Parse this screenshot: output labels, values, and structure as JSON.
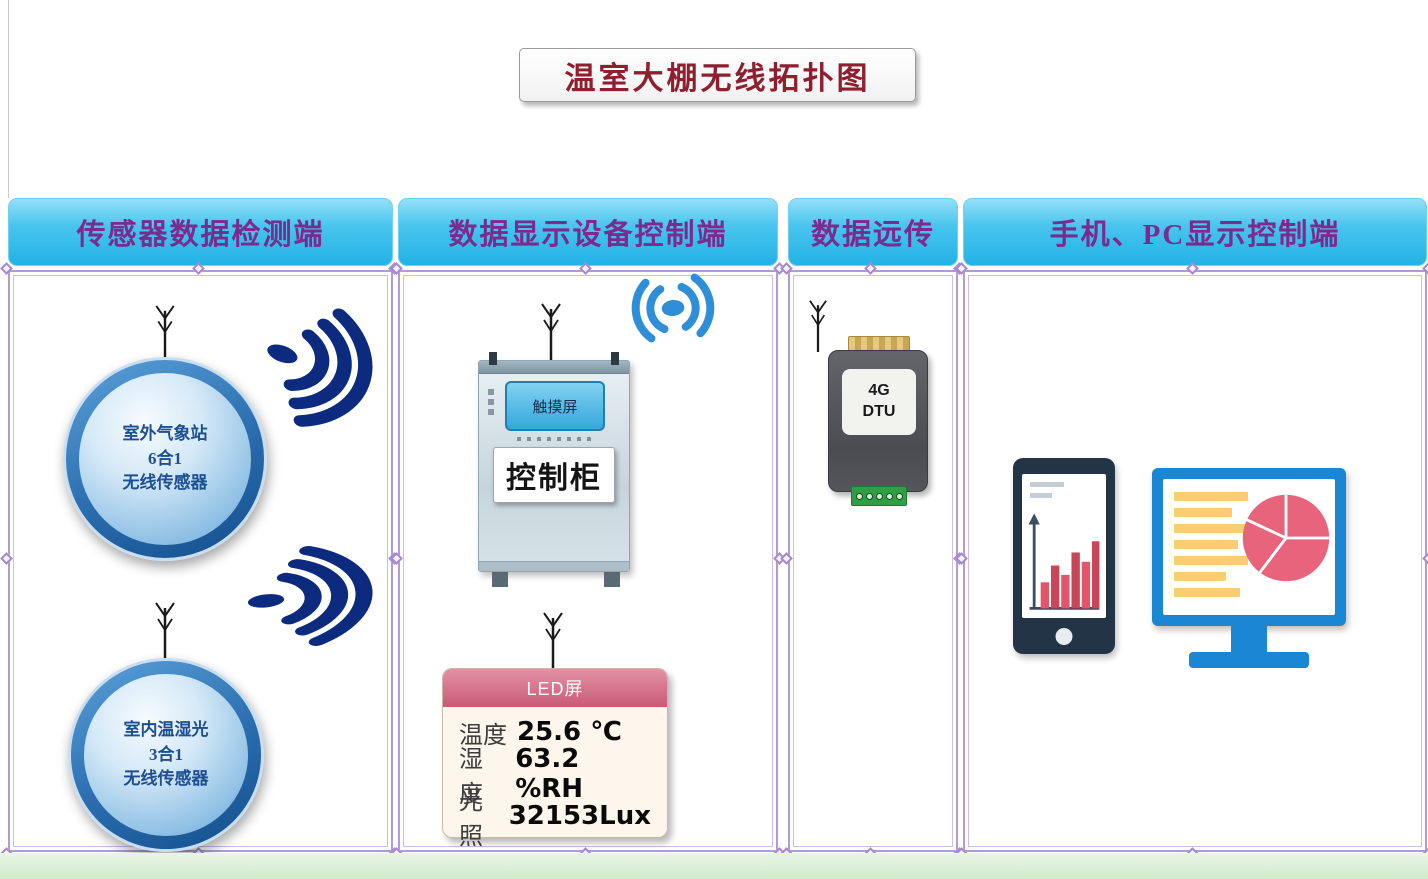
{
  "title": "温室大棚无线拓扑图",
  "columns": [
    {
      "header": "传感器数据检测端"
    },
    {
      "header": "数据显示设备控制端"
    },
    {
      "header": "数据远传"
    },
    {
      "header": "手机、PC显示控制端"
    }
  ],
  "sensors": {
    "outdoor": {
      "line1": "室外气象站",
      "line2": "6合1",
      "line3": "无线传感器"
    },
    "indoor": {
      "line1": "室内温湿光",
      "line2": "3合1",
      "line3": "无线传感器"
    }
  },
  "cabinet": {
    "screen_label": "触摸屏",
    "label": "控制柜"
  },
  "dtu": {
    "line1": "4G",
    "line2": "DTU"
  },
  "led_panel": {
    "header": "LED屏",
    "rows": [
      {
        "label": "温度",
        "value": "25.6 ℃"
      },
      {
        "label": "湿度",
        "value": "63.2 %RH"
      },
      {
        "label": "光照",
        "value": "32153Lux"
      }
    ]
  },
  "icons": {
    "antenna-icon": "mast with V top",
    "wireless-signal-icon": "dot with nested arcs",
    "wifi-broadcast-icon": "((•)) arcs both sides",
    "phone-icon": "smartphone with bar chart",
    "monitor-icon": "desktop monitor with pie chart"
  },
  "colors": {
    "header_bg": "#23b2e6",
    "header_text": "#7b2a8e",
    "title_text": "#8e1f2f",
    "frame": "#b09ad8",
    "signal_navy": "#0d2b7e",
    "wifi_blue": "#2e8fd8",
    "led_header": "#c95a75",
    "dtu_green": "#2f9e44",
    "monitor_blue": "#1b87d4",
    "pie_pink": "#e8647c",
    "bottom_strip": "#d0eaca"
  }
}
